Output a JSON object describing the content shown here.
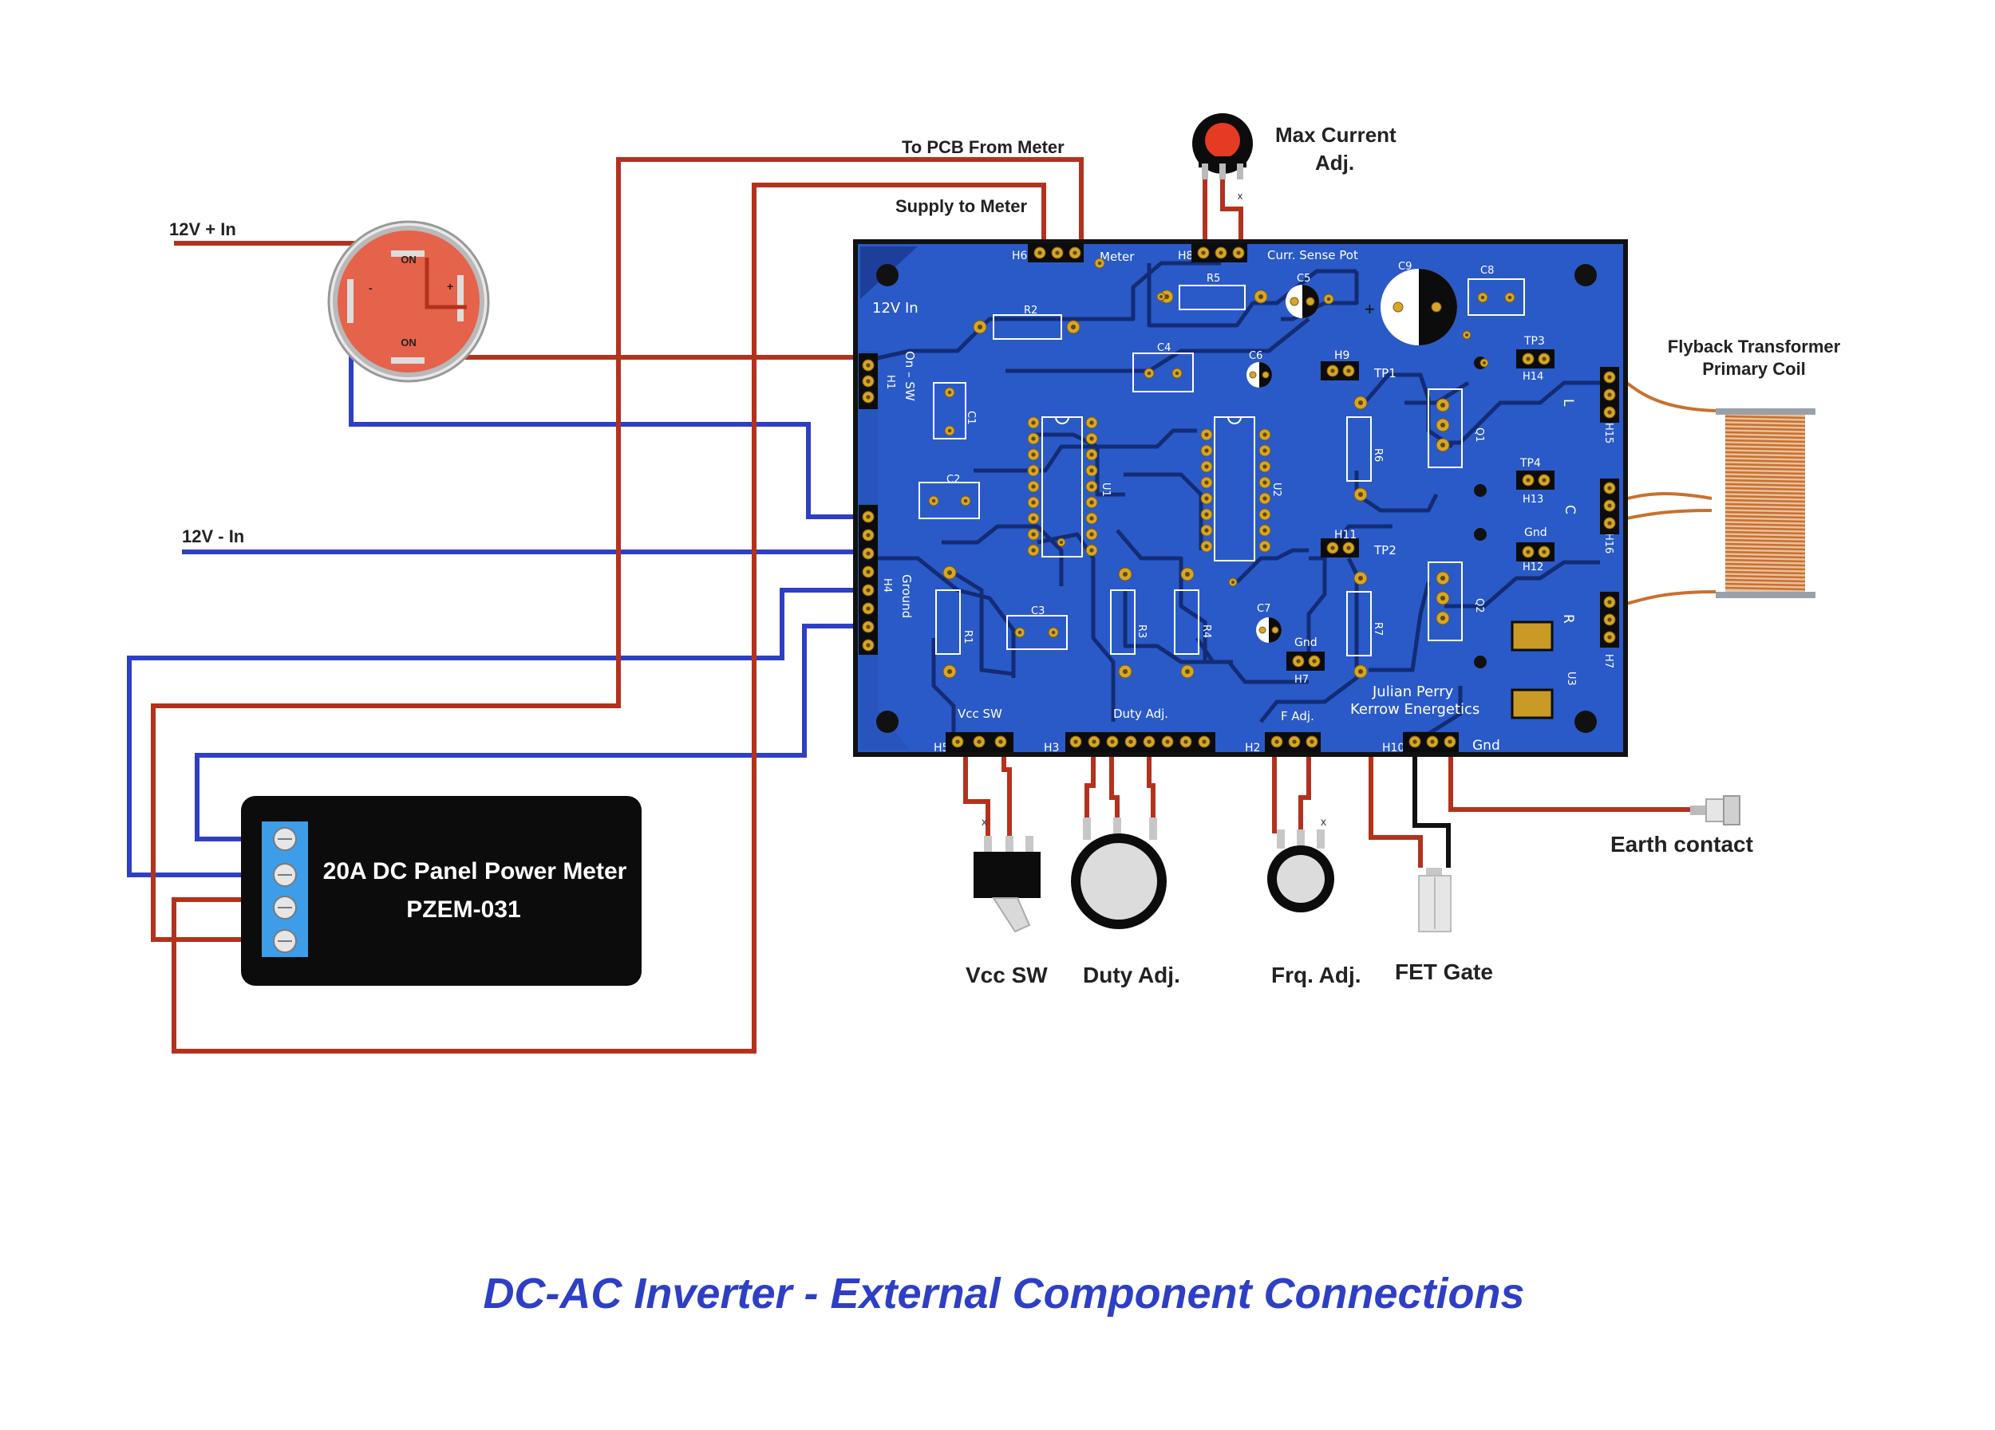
{
  "title": "DC-AC Inverter - External Component Connections",
  "colors": {
    "pcb": "#2a5ac7",
    "pcb_border": "#111111",
    "wire_positive": "#b3321e",
    "wire_negative": "#2e3fc4",
    "title": "#2e3fc4",
    "switch_body": "#e5634a",
    "meter_terminal": "#3d9de8",
    "coil": "#c9702e"
  },
  "labels": {
    "in_positive": "12V + In",
    "in_negative": "12V - In",
    "to_pcb_from_meter": "To PCB From Meter",
    "supply_to_meter": "Supply to Meter",
    "max_current_line1": "Max Current",
    "max_current_line2": "Adj.",
    "flyback_line1": "Flyback Transformer",
    "flyback_line2": "Primary Coil",
    "earth_contact": "Earth contact",
    "vcc_sw": "Vcc SW",
    "duty_adj": "Duty Adj.",
    "frq_adj": "Frq. Adj.",
    "fet_gate": "FET Gate",
    "meter_line1": "20A DC Panel Power Meter",
    "meter_line2": "PZEM-031",
    "switch_on_top": "ON",
    "switch_on_bottom": "ON",
    "switch_minus": "-",
    "switch_plus": "+",
    "nc_mark": "x"
  },
  "pcb": {
    "input": "12V In",
    "on_sw": "On – SW",
    "ground": "Ground",
    "meter": "Meter",
    "curr_sense_pot": "Curr. Sense Pot",
    "vcc_sw": "Vcc SW",
    "duty_adj": "Duty Adj.",
    "f_adj": "F Adj.",
    "gnd": "Gnd",
    "credit_line1": "Julian Perry",
    "credit_line2": "Kerrow Energetics",
    "side_l": "L",
    "side_c": "C",
    "side_r": "R",
    "headers": {
      "h1": "H1",
      "h2": "H2",
      "h3": "H3",
      "h4": "H4",
      "h5": "H5",
      "h6": "H6",
      "h7": "H7",
      "h7b": "H7",
      "h8": "H8",
      "h9": "H9",
      "h10": "H10",
      "h11": "H11",
      "h12": "H12",
      "h13": "H13",
      "h14": "H14",
      "h15": "H15",
      "h16": "H16"
    },
    "test_points": {
      "tp1": "TP1",
      "tp2": "TP2",
      "tp3": "TP3",
      "tp4": "TP4",
      "gnd_a": "Gnd",
      "gnd_b": "Gnd"
    },
    "components": {
      "r1": "R1",
      "r2": "R2",
      "r3": "R3",
      "r4": "R4",
      "r5": "R5",
      "r6": "R6",
      "r7": "R7",
      "c1": "C1",
      "c2": "C2",
      "c3": "C3",
      "c4": "C4",
      "c5": "C5",
      "c6": "C6",
      "c7": "C7",
      "c8": "C8",
      "c9": "C9",
      "u1": "U1",
      "u2": "U2",
      "u3": "U3",
      "q1": "Q1",
      "q2": "Q2"
    }
  }
}
